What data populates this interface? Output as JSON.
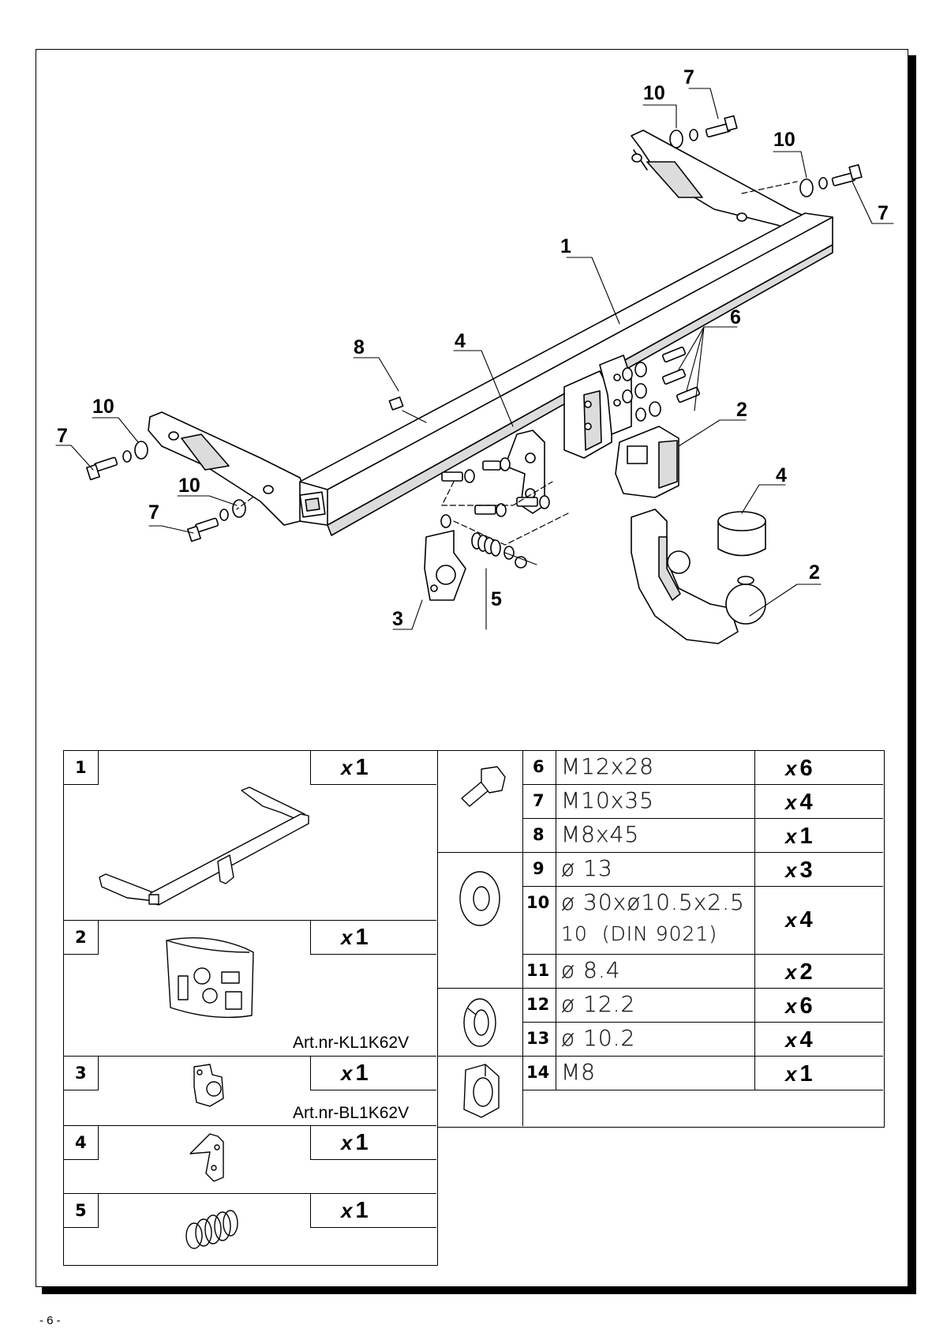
{
  "page_number": "- 6 -",
  "callouts": [
    "1",
    "2",
    "2",
    "3",
    "4",
    "4",
    "5",
    "6",
    "7",
    "7",
    "7",
    "7",
    "8",
    "10",
    "10",
    "10",
    "10"
  ],
  "parts": [
    {
      "no": "1",
      "qty_prefix": "x",
      "qty": "1",
      "icon": "tow-bar-crossbeam-icon"
    },
    {
      "no": "2",
      "qty_prefix": "x",
      "qty": "1",
      "icon": "wiring-kit-icon",
      "art": "Art.nr-KL1K62V"
    },
    {
      "no": "3",
      "qty_prefix": "x",
      "qty": "1",
      "icon": "socket-bracket-icon",
      "art": "Art.nr-BL1K62V"
    },
    {
      "no": "4",
      "qty_prefix": "x",
      "qty": "1",
      "icon": "mounting-plate-icon"
    },
    {
      "no": "5",
      "qty_prefix": "x",
      "qty": "1",
      "icon": "spring-icon"
    }
  ],
  "fasteners": [
    {
      "no": "6",
      "spec": "M12x28",
      "qty_prefix": "x",
      "qty": "6"
    },
    {
      "no": "7",
      "spec": "M10x35",
      "qty_prefix": "x",
      "qty": "4"
    },
    {
      "no": "8",
      "spec": "M8x45",
      "qty_prefix": "x",
      "qty": "1"
    },
    {
      "no": "9",
      "spec": "ø 13",
      "qty_prefix": "x",
      "qty": "3"
    },
    {
      "no": "10",
      "spec": "ø 30xø10.5x2.5",
      "spec2": "10  (DIN 9021)",
      "qty_prefix": "x",
      "qty": "4"
    },
    {
      "no": "11",
      "spec": "ø 8.4",
      "qty_prefix": "x",
      "qty": "2"
    },
    {
      "no": "12",
      "spec": "ø 12.2",
      "qty_prefix": "x",
      "qty": "6"
    },
    {
      "no": "13",
      "spec": "ø 10.2",
      "qty_prefix": "x",
      "qty": "4"
    },
    {
      "no": "14",
      "spec": "M8",
      "qty_prefix": "x",
      "qty": "1"
    }
  ]
}
